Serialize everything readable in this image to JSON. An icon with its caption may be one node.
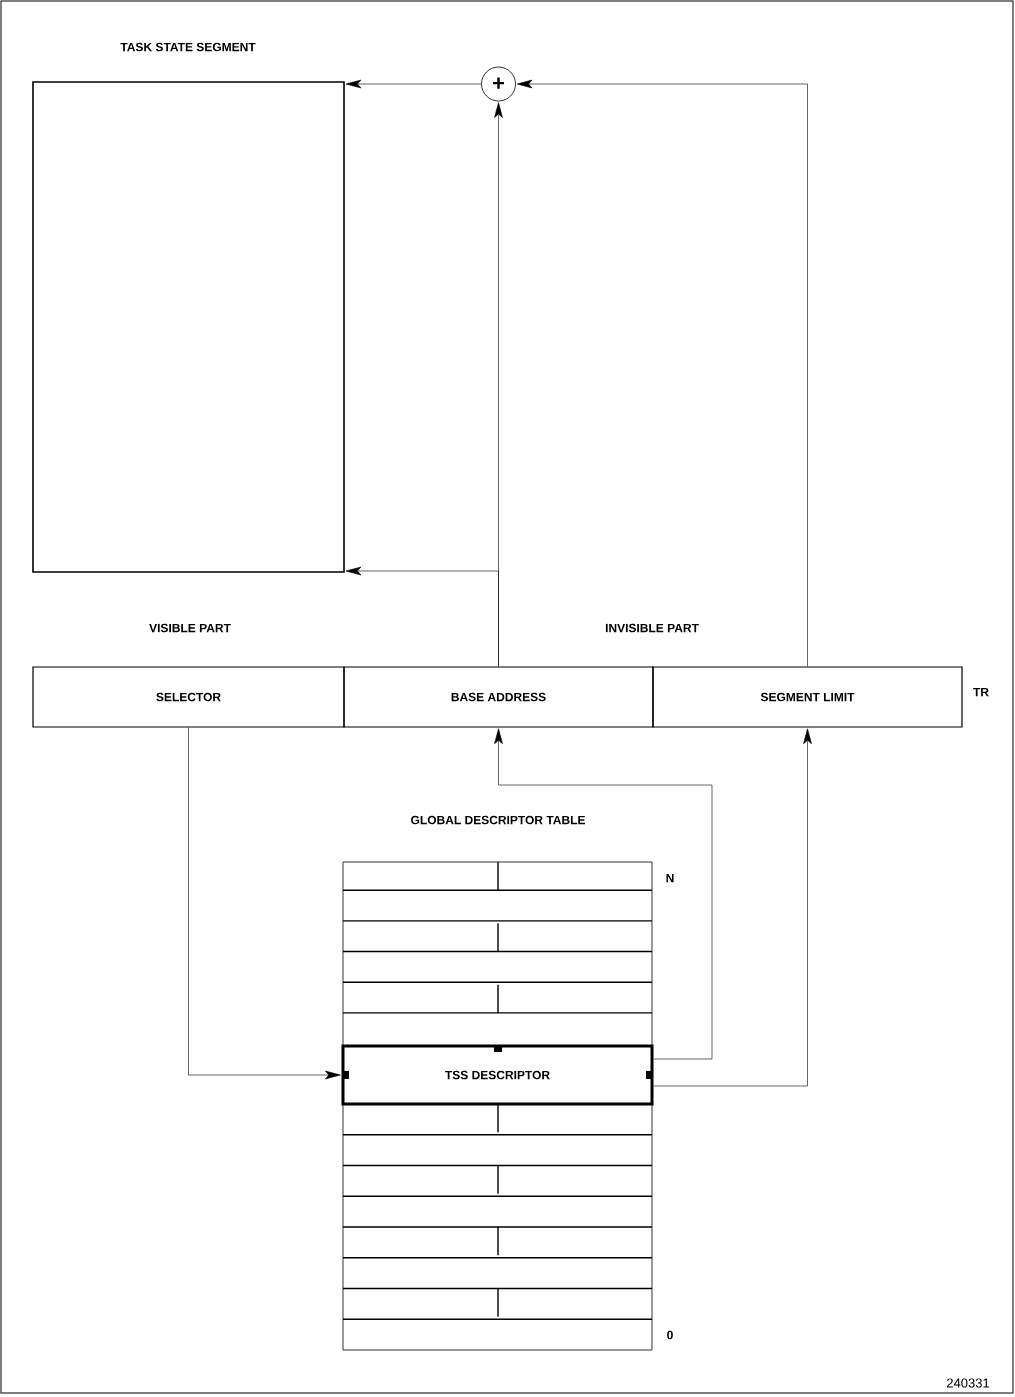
{
  "diagram": {
    "nodes": [
      {
        "text": [
          "TASK STATE SEGMENT"
        ]
      },
      {
        "text": [
          "+"
        ]
      },
      {
        "text": [
          "SELECTOR"
        ]
      },
      {
        "text": [
          "BASE ADDRESS"
        ]
      },
      {
        "text": [
          "SEGMENT LIMIT"
        ]
      },
      {
        "text": [
          "GLOBAL DESCRIPTOR TABLE"
        ]
      },
      {
        "text": [
          "TSS DESCRIPTOR"
        ],
        "in": 5
      }
    ],
    "edges": [
      {
        "from": 1,
        "to": 0,
        "arrow": "to"
      },
      {
        "from": 3,
        "to": 1,
        "arrow": "to"
      },
      {
        "from": 3,
        "to": 0,
        "arrow": "to"
      },
      {
        "from": 4,
        "to": 1,
        "arrow": "to"
      },
      {
        "from": 2,
        "to": 6,
        "arrow": "to"
      },
      {
        "from": 6,
        "to": 3,
        "arrow": "to"
      },
      {
        "from": 6,
        "to": 4,
        "arrow": "to"
      }
    ],
    "labels": [
      "VISIBLE PART",
      "INVISIBLE PART",
      "TR",
      "N",
      "0",
      "240331"
    ]
  }
}
